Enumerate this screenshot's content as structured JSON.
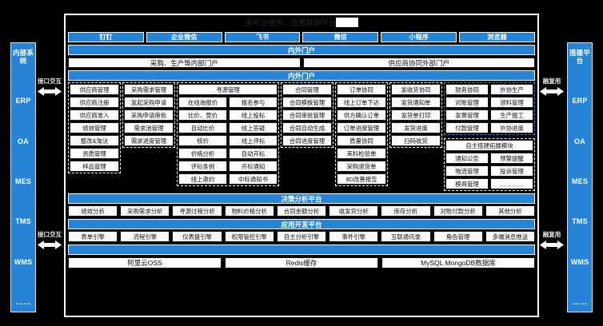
{
  "panel": {
    "title": "多平台使用，且贯穿到平台",
    "title_redacted": true
  },
  "clients": [
    {
      "label": "钉钉"
    },
    {
      "label": "企业微信"
    },
    {
      "label": "飞书"
    },
    {
      "label": "微信"
    },
    {
      "label": "小程序"
    },
    {
      "label": "浏览器"
    }
  ],
  "portal_bar_1": "内外门户",
  "portals": [
    {
      "label": "采购、生产等内部门户"
    },
    {
      "label": "供应商协同外部门户"
    }
  ],
  "portal_bar_2": "内外门户",
  "columns": {
    "supplier": [
      "供应商管理",
      "供应商注册",
      "供应商准入",
      "绩效管理",
      "整改&淘汰",
      "资质管理",
      "样品管理"
    ],
    "demand": [
      "采购需求管理",
      "发起采购申请",
      "采购申请审批",
      "需求池管理",
      "需求进度管理"
    ],
    "sourcing_header": "寻源管理",
    "sourcing_left": [
      "在线询报价",
      "比价、竞价",
      "自动比价",
      "核价",
      "价格分析",
      "评标条例",
      "线上邀约"
    ],
    "sourcing_right": [
      "报名参与",
      "线上投标",
      "线上答疑",
      "线上评标",
      "自动开标",
      "开标通知",
      "中标通知书"
    ],
    "contract": [
      "合同管理",
      "合同模板管理",
      "合同审批管理",
      "合同自动生成",
      "合同进度管理"
    ],
    "order": [
      "订单协同",
      "线上订单下达",
      "供方确认订单",
      "订单进度管理",
      "质量协同",
      "来料检验单",
      "采购退货单",
      "8D改善报告"
    ],
    "delivery": [
      "发收货协同",
      "发货通知单",
      "发货单打印",
      "发货进度",
      "扫码收货"
    ],
    "finance": [
      "财务协同",
      "对账管理",
      "发票管理",
      "付款管理"
    ],
    "outsource": [
      "外协生产",
      "领料管理",
      "生产报工",
      "外协进度"
    ],
    "extend_header": "自主搭建拓展模块",
    "extend_left": [
      "通知公告",
      "物流管理",
      "模具管理"
    ],
    "extend_right": [
      "预警提醒",
      "投诉管理",
      "…………"
    ]
  },
  "decision_platform": {
    "title": "决策分析平台",
    "items": [
      "绩效分析",
      "采购需求分析",
      "寻源过程分析",
      "物料价格分析",
      "合同金额分析",
      "收发货分析",
      "库存分析",
      "对账付款分析",
      "其他分析"
    ]
  },
  "app_platform": {
    "title": "应用开发平台",
    "items": [
      "表单引擎",
      "流程引擎",
      "仪表盘引擎",
      "权限管控引擎",
      "自主分析引擎",
      "事件引擎",
      "互联通讯录",
      "角色管理",
      "多端消息推送"
    ]
  },
  "infra_bar": "",
  "infrastructure": [
    "阿里云OSS",
    "Redis缓存",
    "MySQL MongoDB数据库"
  ],
  "left_rail": {
    "items": [
      "内部系统",
      "ERP",
      "OA",
      "MES",
      "TMS",
      "WMS",
      "……"
    ],
    "connector_top": "接口交互",
    "connector_bottom": "接口交互"
  },
  "right_rail": {
    "items": [
      "搭建平台",
      "ERP",
      "OA",
      "MES",
      "TMS",
      "WMS",
      "……"
    ],
    "connector_top": "融复用",
    "connector_bottom": "融复用"
  },
  "colors": {
    "accent": "#2683d5",
    "background": "#000000",
    "cell": "#fbfbfb"
  }
}
